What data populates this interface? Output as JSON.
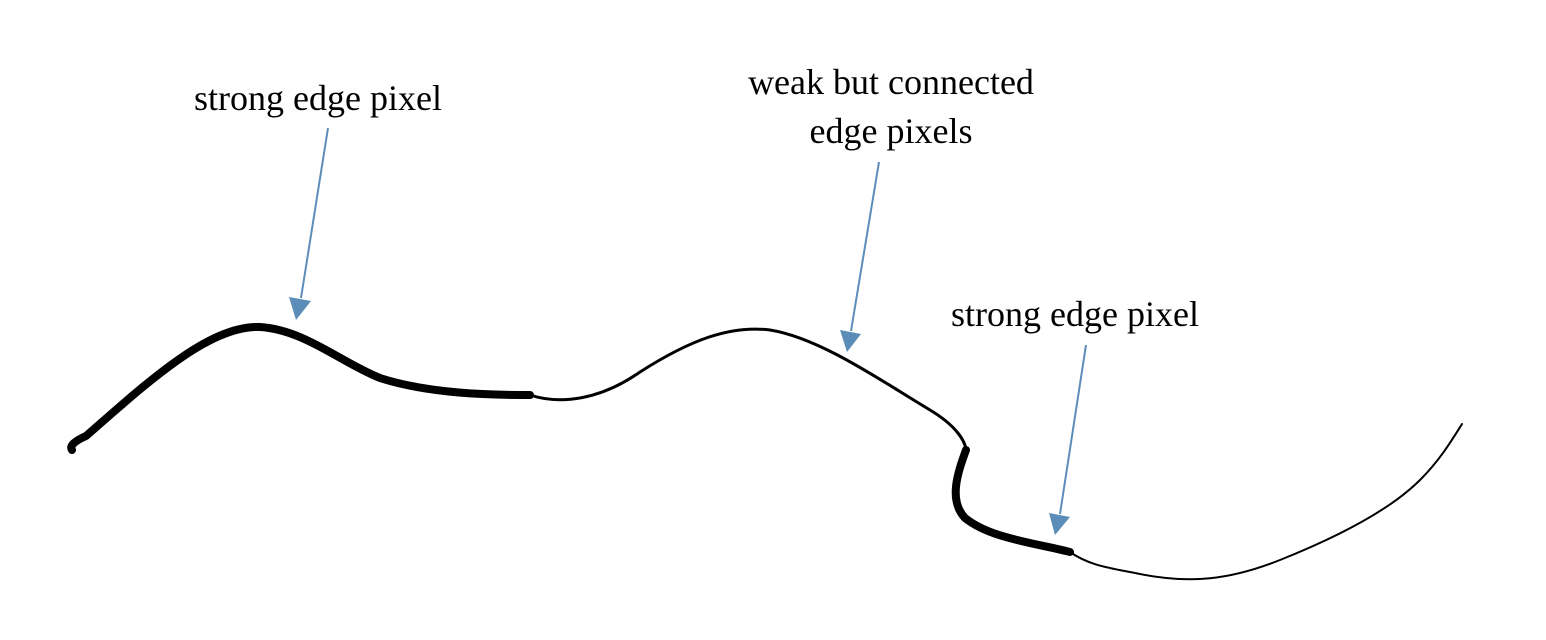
{
  "labels": {
    "strong_left": "strong edge pixel",
    "weak_line1": "weak but connected",
    "weak_line2": "edge pixels",
    "strong_right": "strong edge pixel"
  },
  "colors": {
    "arrow": "#5b8db8",
    "edge": "#000000",
    "background": "#ffffff"
  }
}
